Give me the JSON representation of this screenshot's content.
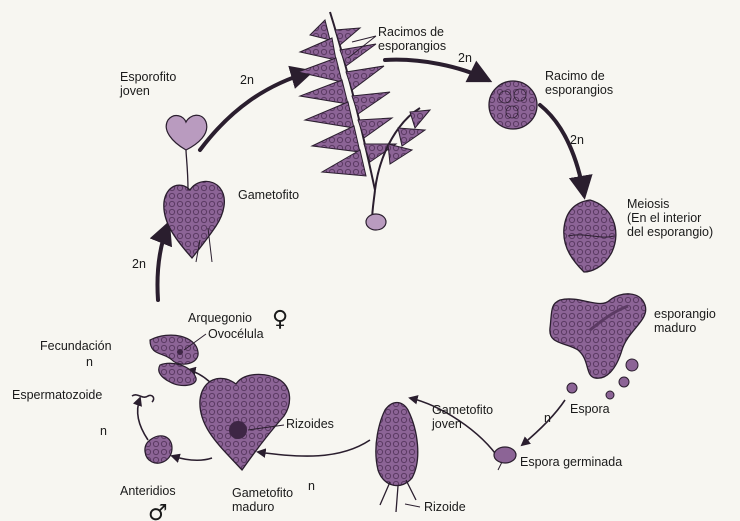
{
  "colors": {
    "background": "#f7f6f1",
    "stroke": "#2a1e2e",
    "tissue": "#8c6496",
    "tissue_light": "#b99bbf",
    "tissue_dark": "#5b3a63"
  },
  "labels": {
    "racimos_esporangios": [
      "Racimos de",
      "esporangios"
    ],
    "racimo_esporangios": [
      "Racimo de",
      "esporangios"
    ],
    "meiosis": [
      "Meiosis",
      "(En el interior",
      "del esporangio)"
    ],
    "esporangio_maduro": [
      "esporangio",
      "maduro"
    ],
    "espora": "Espora",
    "espora_germinada": "Espora germinada",
    "gametofito_joven": [
      "Gametofito",
      "joven"
    ],
    "rizoide": "Rizoide",
    "rizoides": "Rizoides",
    "gametofito_maduro": [
      "Gametofito",
      "maduro"
    ],
    "anteridios": "Anteridios",
    "espermatozoide": "Espermatozoide",
    "fecundacion": "Fecundación",
    "arquegonio": "Arquegonio",
    "ovocelula": "Ovocélula",
    "gametofito": "Gametofito",
    "esporofito_joven": [
      "Esporofito",
      "joven"
    ]
  },
  "ploidy": {
    "top_left": "2n",
    "top_right": "2n",
    "right": "2n",
    "left": "2n",
    "bottom_right": "n",
    "bottom_center": "n",
    "left_upper": "n",
    "left_lower": "n"
  },
  "symbols": {
    "female": "♀",
    "male": "♂"
  }
}
